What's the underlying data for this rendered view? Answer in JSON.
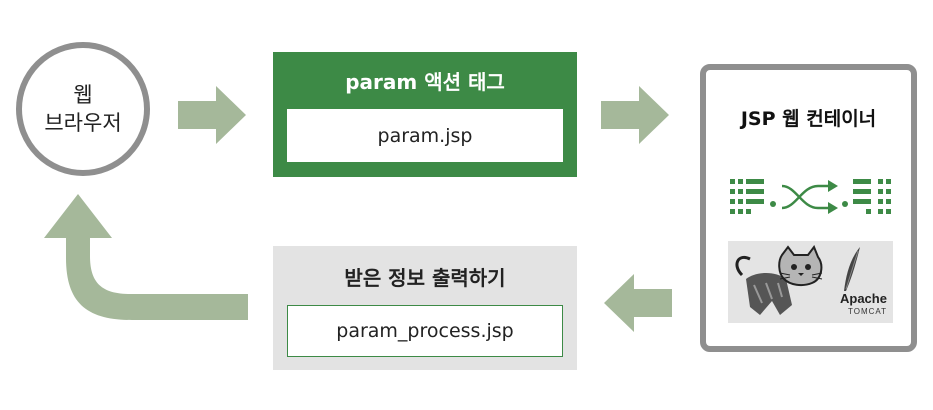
{
  "browser": {
    "line1": "웹",
    "line2": "브라우저"
  },
  "param_action": {
    "title": "param 액션 태그",
    "file": "param.jsp"
  },
  "receive_info": {
    "title": "받은 정보 출력하기",
    "file": "param_process.jsp"
  },
  "container": {
    "title": "JSP 웹 컨테이너",
    "logo_text": "Apache",
    "logo_subtext": "TOMCAT"
  },
  "colors": {
    "green": "#3d8a46",
    "arrow": "#a5b89a",
    "border_gray": "#8f8f8f",
    "panel_gray": "#e3e3e3"
  }
}
